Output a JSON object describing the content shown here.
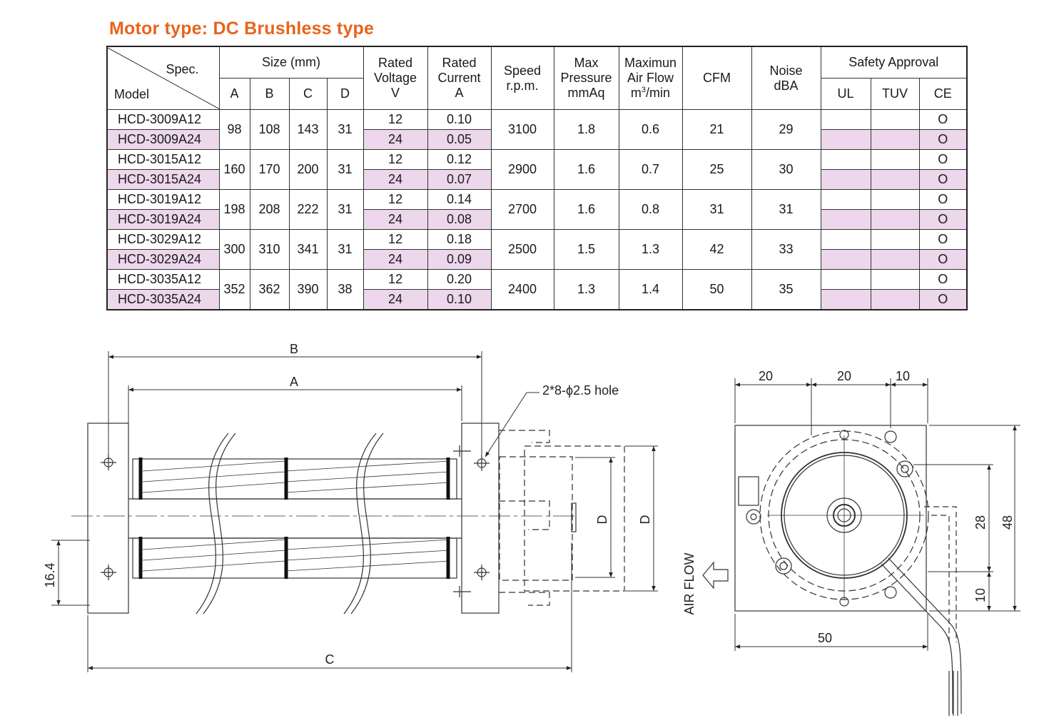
{
  "title": "Motor type: DC Brushless type",
  "table": {
    "corner_spec": "Spec.",
    "corner_model": "Model",
    "size_header": "Size (mm)",
    "size_cols": [
      "A",
      "B",
      "C",
      "D"
    ],
    "voltage_header": [
      "Rated",
      "Voltage",
      "V"
    ],
    "current_header": [
      "Rated",
      "Current",
      "A"
    ],
    "speed_header": [
      "Speed",
      "r.p.m."
    ],
    "pressure_header": [
      "Max",
      "Pressure",
      "mmAq"
    ],
    "airflow_header": [
      "Maximun",
      "Air Flow",
      "m",
      "3",
      "/min"
    ],
    "cfm_header": "CFM",
    "noise_header": [
      "Noise",
      "dBA"
    ],
    "safety_header": "Safety Approval",
    "safety_cols": [
      "UL",
      "TUV",
      "CE"
    ],
    "groups": [
      {
        "models": [
          "HCD-3009A12",
          "HCD-3009A24"
        ],
        "a": "98",
        "b": "108",
        "c": "143",
        "d": "31",
        "voltage": [
          "12",
          "24"
        ],
        "current": [
          "0.10",
          "0.05"
        ],
        "speed": "3100",
        "pressure": "1.8",
        "airflow": "0.6",
        "cfm": "21",
        "noise": "29",
        "ce": [
          "O",
          "O"
        ]
      },
      {
        "models": [
          "HCD-3015A12",
          "HCD-3015A24"
        ],
        "a": "160",
        "b": "170",
        "c": "200",
        "d": "31",
        "voltage": [
          "12",
          "24"
        ],
        "current": [
          "0.12",
          "0.07"
        ],
        "speed": "2900",
        "pressure": "1.6",
        "airflow": "0.7",
        "cfm": "25",
        "noise": "30",
        "ce": [
          "O",
          "O"
        ]
      },
      {
        "models": [
          "HCD-3019A12",
          "HCD-3019A24"
        ],
        "a": "198",
        "b": "208",
        "c": "222",
        "d": "31",
        "voltage": [
          "12",
          "24"
        ],
        "current": [
          "0.14",
          "0.08"
        ],
        "speed": "2700",
        "pressure": "1.6",
        "airflow": "0.8",
        "cfm": "31",
        "noise": "31",
        "ce": [
          "O",
          "O"
        ]
      },
      {
        "models": [
          "HCD-3029A12",
          "HCD-3029A24"
        ],
        "a": "300",
        "b": "310",
        "c": "341",
        "d": "31",
        "voltage": [
          "12",
          "24"
        ],
        "current": [
          "0.18",
          "0.09"
        ],
        "speed": "2500",
        "pressure": "1.5",
        "airflow": "1.3",
        "cfm": "42",
        "noise": "33",
        "ce": [
          "O",
          "O"
        ]
      },
      {
        "models": [
          "HCD-3035A12",
          "HCD-3035A24"
        ],
        "a": "352",
        "b": "362",
        "c": "390",
        "d": "38",
        "voltage": [
          "12",
          "24"
        ],
        "current": [
          "0.20",
          "0.10"
        ],
        "speed": "2400",
        "pressure": "1.3",
        "airflow": "1.4",
        "cfm": "50",
        "noise": "35",
        "ce": [
          "O",
          "O"
        ]
      }
    ]
  },
  "drawing": {
    "front": {
      "label_b": "B",
      "label_a": "A",
      "label_c": "C",
      "hole_note": "2*8-ϕ2.5 hole",
      "dim_d_inner": "D",
      "dim_d_outer": "D",
      "dim_16_4": "16.4"
    },
    "side": {
      "dim_20a": "20",
      "dim_20b": "20",
      "dim_10_top": "10",
      "dim_28": "28",
      "dim_48": "48",
      "dim_10_right": "10",
      "dim_50": "50",
      "air_flow": "AIR FLOW"
    }
  },
  "colors": {
    "title": "#e8641b",
    "row_highlight": "#ecd7ec",
    "line": "#222222"
  }
}
